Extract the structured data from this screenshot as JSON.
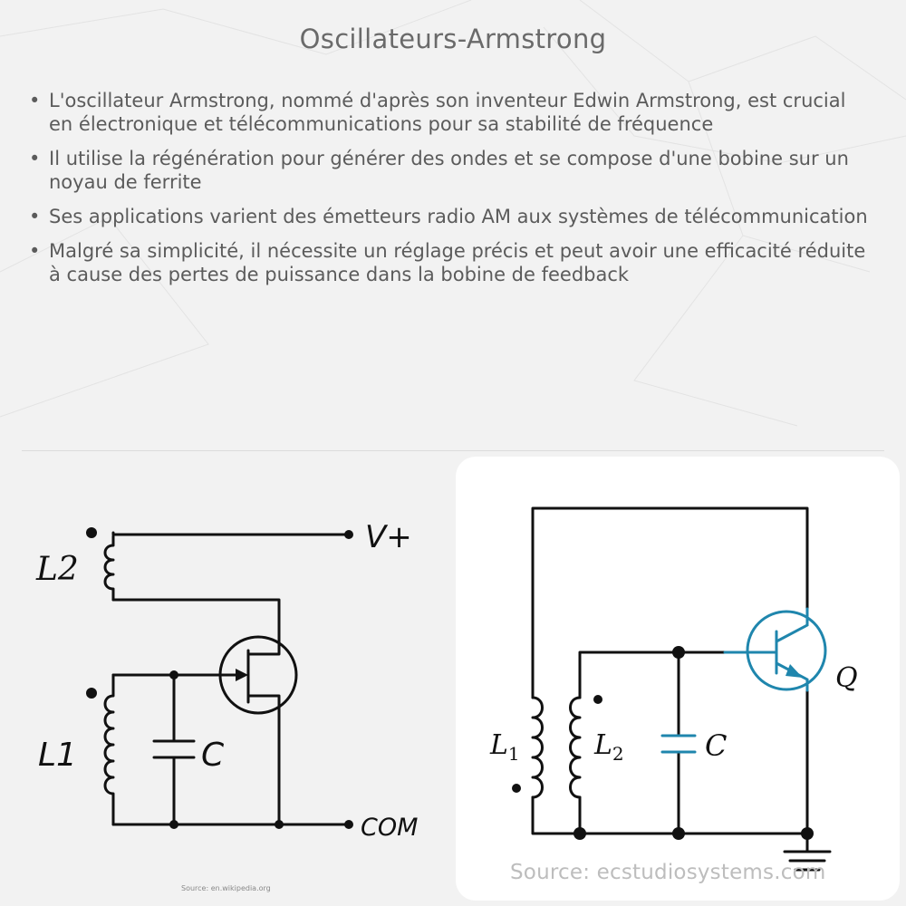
{
  "title": "Oscillateurs-Armstrong",
  "bullet_char": "•",
  "bullets": [
    "L'oscillateur Armstrong, nommé d'après son inventeur Edwin Armstrong, est crucial en électronique et télécommunications pour sa stabilité de fréquence",
    "Il utilise la régénération pour générer des ondes et se compose d'une bobine sur un noyau de ferrite",
    "Ses applications varient des émetteurs radio AM aux systèmes de télécommunication",
    "Malgré sa simplicité, il nécessite un réglage précis et peut avoir une efficacité réduite à cause des pertes de puissance dans la bobine de feedback"
  ],
  "left_diagram": {
    "labels": {
      "l2": "L2",
      "l1": "L1",
      "c": "C",
      "vplus": "V+",
      "com": "COM"
    },
    "source": "Source: en.wikipedia.org"
  },
  "right_diagram": {
    "labels": {
      "l1_main": "L",
      "l1_sub": "1",
      "l2_main": "L",
      "l2_sub": "2",
      "c": "C",
      "q": "Q"
    },
    "source": "Source: ecstudiosystems.com"
  },
  "colors": {
    "wire": "#111111",
    "transistor_right": "#1f86ad",
    "capacitor_right": "#1f86ad"
  }
}
